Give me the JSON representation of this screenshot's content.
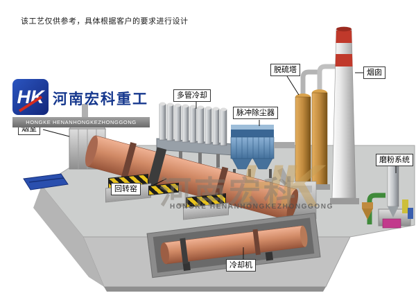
{
  "disclaimer": "该工艺仅供参考，具体根据客户的要求进行设计",
  "logo": {
    "monogram": "HK",
    "company_cn": "河南宏科重工",
    "company_en": "HONGKE HENANHONGKEZHONGGONG"
  },
  "watermark": {
    "monogram": "HK",
    "cn": "河南宏科",
    "en": "HONGKE HENANHONGKEZHONGGONG"
  },
  "equipment_labels": {
    "smoke_chamber": "烟室",
    "multi_tube_cooler": "多管冷却",
    "pulse_dust_collector": "脉冲除尘器",
    "desulfurization_tower": "脱硫塔",
    "chimney": "烟囱",
    "grinding_system": "磨粉系统",
    "rotary_kiln": "回转窑",
    "cooling_machine": "冷却机"
  },
  "colors": {
    "kiln_body": "#d18a66",
    "dust_collector_blue": "#4f7fae",
    "tower_tan": "#c08a3e",
    "chimney_red": "#c0392b",
    "hazard_yellow": "#e8c31d",
    "logo_blue": "#16388e",
    "ground_gray": "#cccecd",
    "watermark_tan": "#c8a058"
  }
}
